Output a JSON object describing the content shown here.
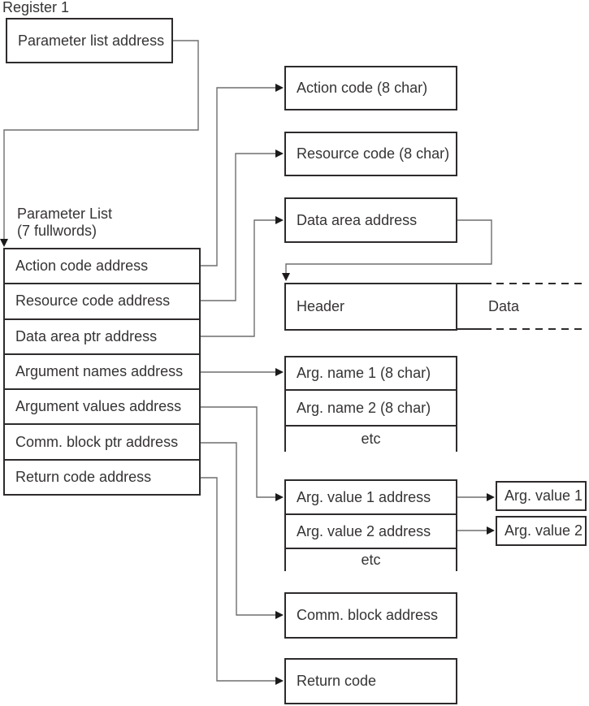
{
  "colors": {
    "border": "#2e2b2c",
    "text": "#363334",
    "connector": "#6e6e6e",
    "arrow": "#1c1a1b",
    "bg": "#ffffff"
  },
  "register": {
    "label": "Register 1",
    "box_label": "Parameter list address"
  },
  "parameter_list": {
    "caption_line1": "Parameter List",
    "caption_line2": "(7 fullwords)",
    "rows": [
      "Action code address",
      "Resource code address",
      "Data area ptr address",
      "Argument names address",
      "Argument values address",
      "Comm. block ptr address",
      "Return code address"
    ]
  },
  "boxes": {
    "action_code": "Action code (8 char)",
    "resource_code": "Resource code (8 char)",
    "data_area_address": "Data area address",
    "header": "Header",
    "data": "Data",
    "comm_block_address": "Comm. block address",
    "return_code": "Return code"
  },
  "arg_names": {
    "rows": [
      "Arg. name 1 (8 char)",
      "Arg. name 2 (8 char)"
    ],
    "etc": "etc"
  },
  "arg_values": {
    "rows": [
      "Arg. value 1 address",
      "Arg. value 2 address"
    ],
    "etc": "etc"
  },
  "arg_value_targets": [
    "Arg. value 1",
    "Arg. value 2"
  ]
}
